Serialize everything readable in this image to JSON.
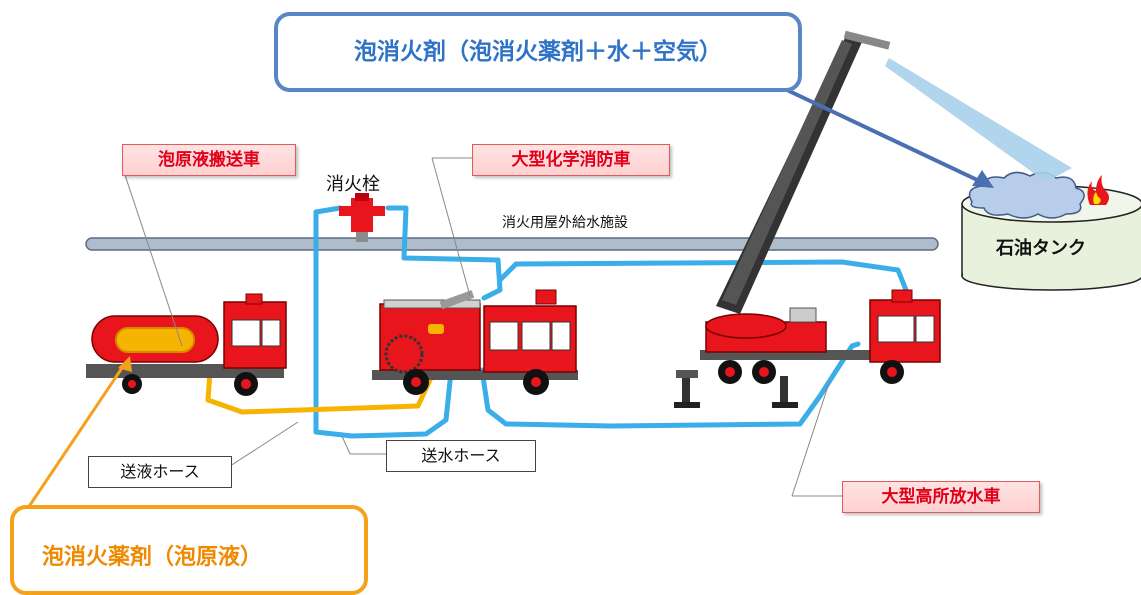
{
  "title_foam": "泡消火剤（泡消火薬剤＋水＋空気）",
  "label_concentrate": "泡消火薬剤（泡原液）",
  "label_tanker": "泡原液搬送車",
  "label_hydrant": "消火栓",
  "label_chem_truck": "大型化学消防車",
  "label_water_supply": "消火用屋外給水施設",
  "label_oil_tank": "石油タンク",
  "label_liquid_hose": "送液ホース",
  "label_water_hose": "送水ホース",
  "label_aerial_truck": "大型高所放水車",
  "colors": {
    "truck_red": "#e8161c",
    "hose_blue": "#3aaee8",
    "hose_orange": "#f6b400",
    "callout_red_text": "#e0001a",
    "title_blue": "#2e73c6",
    "title_orange": "#ef8a00"
  }
}
